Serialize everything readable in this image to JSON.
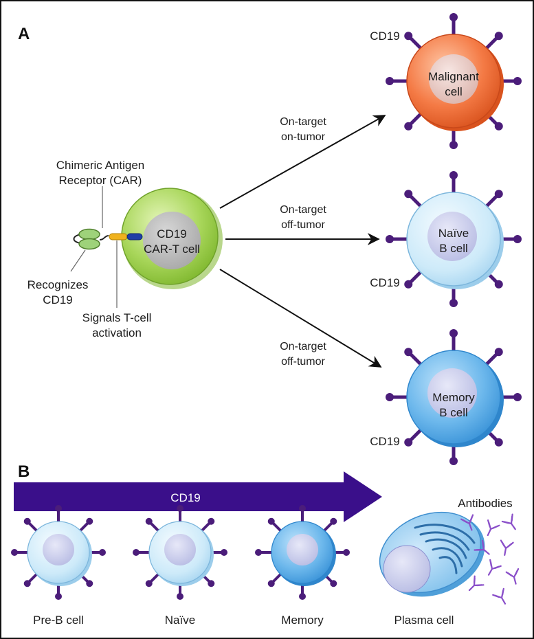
{
  "panel_a": {
    "letter": "A",
    "car_t_cell": {
      "line1": "CD19",
      "line2": "CAR-T cell"
    },
    "car_label": {
      "line1": "Chimeric Antigen",
      "line2": "Receptor (CAR)"
    },
    "recognizes_label": {
      "line1": "Recognizes",
      "line2": "CD19"
    },
    "signals_label": {
      "line1": "Signals T-cell",
      "line2": "activation"
    },
    "arrows": [
      {
        "line1": "On-target",
        "line2": "on-tumor"
      },
      {
        "line1": "On-target",
        "line2": "off-tumor"
      },
      {
        "line1": "On-target",
        "line2": "off-tumor"
      }
    ],
    "targets": [
      {
        "line1": "Malignant",
        "line2": "cell",
        "cd19": "CD19"
      },
      {
        "line1": "Naïve",
        "line2": "B cell",
        "cd19": "CD19"
      },
      {
        "line1": "Memory",
        "line2": "B cell",
        "cd19": "CD19"
      }
    ]
  },
  "panel_b": {
    "letter": "B",
    "band_label": "CD19",
    "antibodies_label": "Antibodies",
    "stages": [
      "Pre-B cell",
      "Naïve",
      "Memory",
      "Plasma cell"
    ]
  },
  "colors": {
    "border": "#111111",
    "receptor": "#4b1d7a",
    "band": "#3a0f8a",
    "malignant": "#f26b3a",
    "naive": "#bfe3f7",
    "memory": "#5fb1ea",
    "car_t": "#9bd04a",
    "antibody": "#8a4fc9"
  }
}
